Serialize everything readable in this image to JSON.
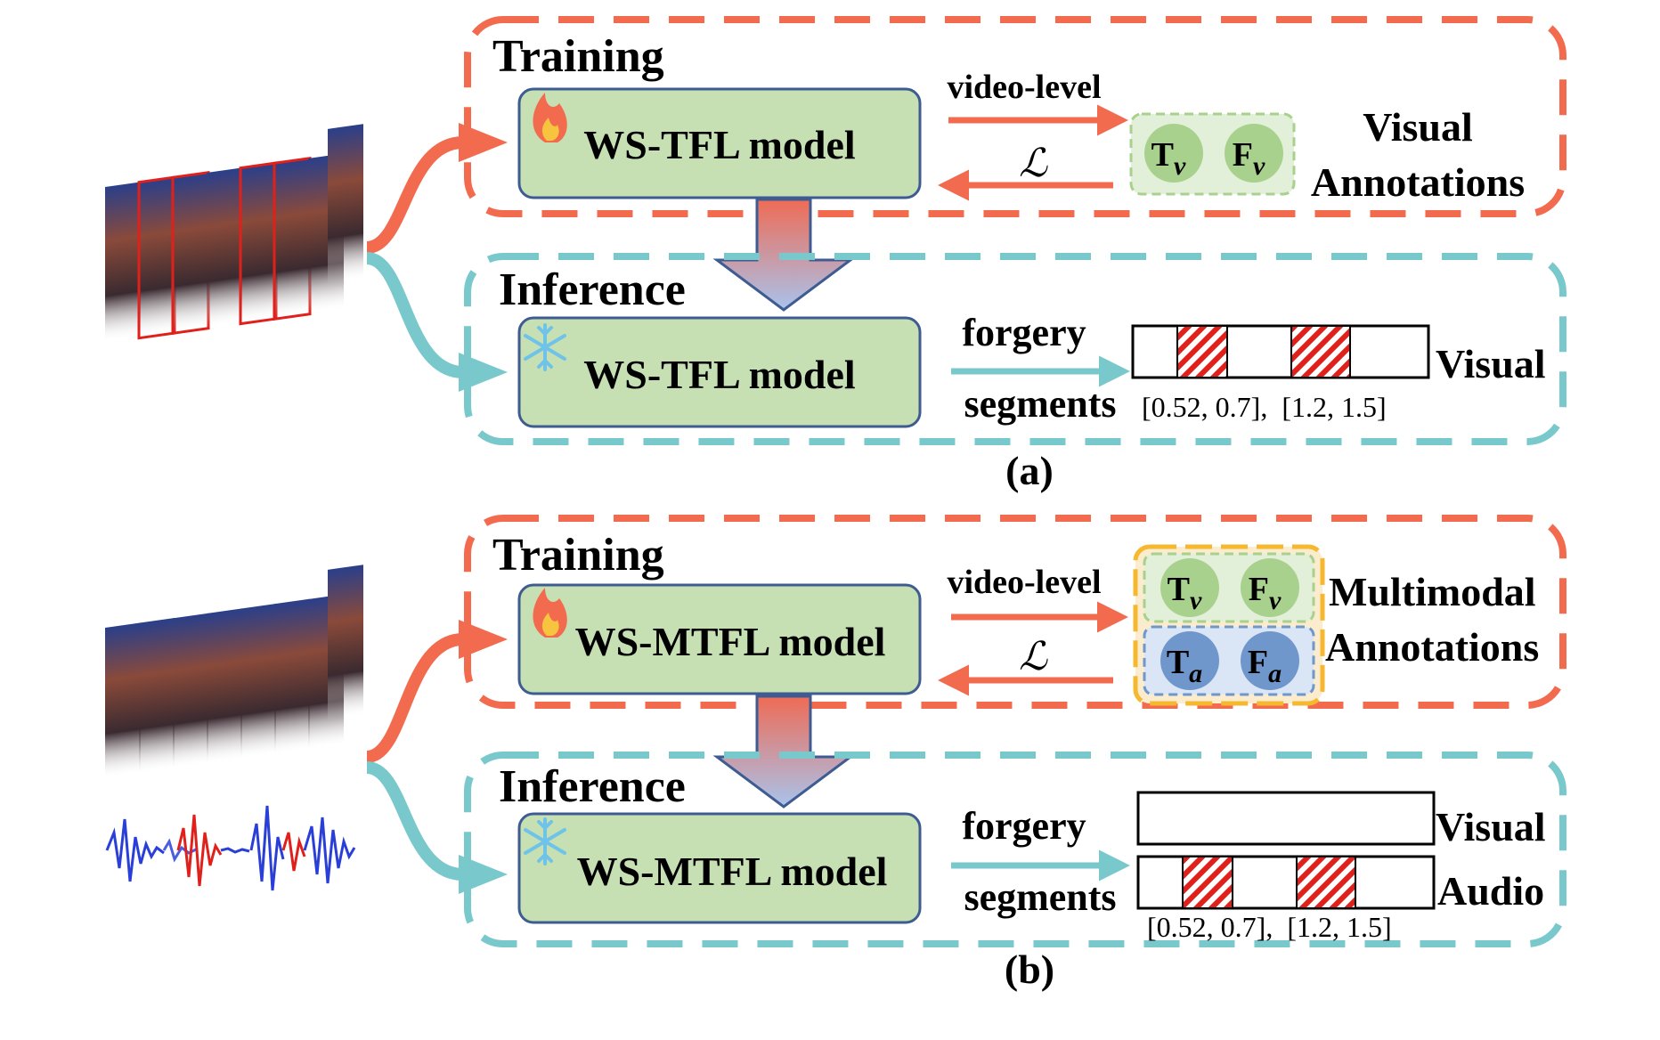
{
  "panel_a": {
    "training": {
      "title": "Training",
      "model": "WS-TFL model",
      "arrow_top": "video-level",
      "arrow_bottom": "ℒ",
      "tokens": [
        {
          "main": "T",
          "sub": "v"
        },
        {
          "main": "F",
          "sub": "v"
        }
      ],
      "annotation_lines": [
        "Visual",
        "Annotations"
      ]
    },
    "inference": {
      "title": "Inference",
      "model": "WS-TFL model",
      "arrow_lines": [
        "forgery",
        "segments"
      ],
      "segment_label": "Visual",
      "intervals": "[0.52, 0.7],  [1.2, 1.5]"
    },
    "caption": "(a)"
  },
  "panel_b": {
    "training": {
      "title": "Training",
      "model": "WS-MTFL model",
      "arrow_top": "video-level",
      "arrow_bottom": "ℒ",
      "tokens_visual": [
        {
          "main": "T",
          "sub": "v"
        },
        {
          "main": "F",
          "sub": "v"
        }
      ],
      "tokens_audio": [
        {
          "main": "T",
          "sub": "a"
        },
        {
          "main": "F",
          "sub": "a"
        }
      ],
      "annotation_lines": [
        "Multimodal",
        "Annotations"
      ]
    },
    "inference": {
      "title": "Inference",
      "model": "WS-MTFL model",
      "arrow_lines": [
        "forgery",
        "segments"
      ],
      "segment_labels": [
        "Visual",
        "Audio"
      ],
      "intervals": "[0.52, 0.7],  [1.2, 1.5]"
    },
    "caption": "(b)"
  },
  "colors": {
    "train": "#f26b4f",
    "infer": "#79c8cc",
    "model_fill": "#c6e0b4",
    "model_stroke": "#3e5c92",
    "visual_token": "#a9d18e",
    "audio_token": "#6f97cc",
    "annotation_outer": "#f5b82e"
  }
}
